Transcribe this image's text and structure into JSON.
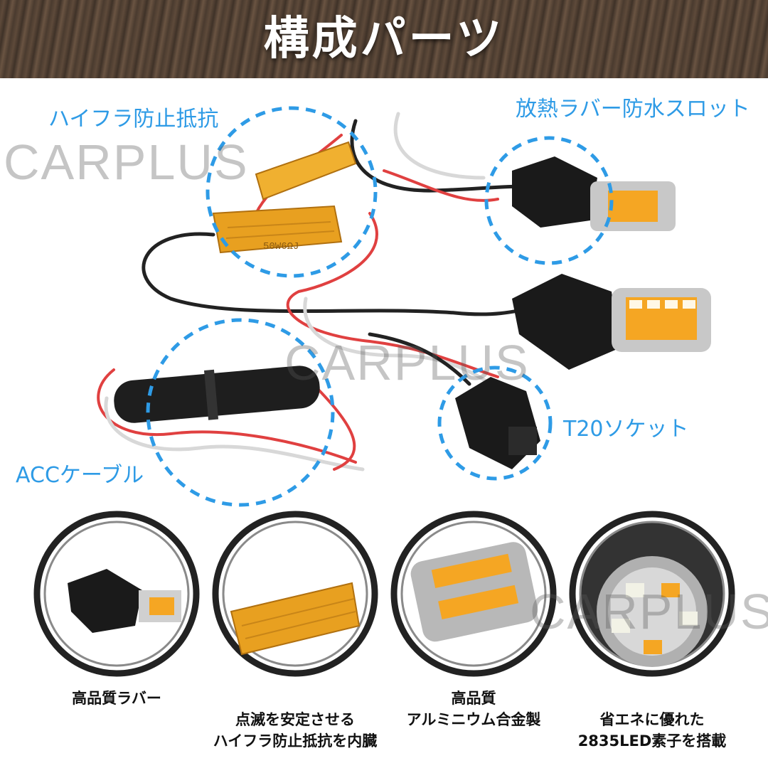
{
  "header": {
    "title": "構成パーツ"
  },
  "watermarks": [
    "CARPLUS",
    "CARPLUS",
    "CARPLUS"
  ],
  "labels": {
    "resistor": "ハイフラ防止抵抗",
    "slot": "放熱ラバー防水スロット",
    "socket": "T20ソケット",
    "acc": "ACCケーブル"
  },
  "resistor_print": "50W6ΩJ",
  "captions": {
    "rubber": "高品質ラバー",
    "resistor_line1": "点滅を安定させる",
    "resistor_line2": "ハイフラ防止抵抗を内臓",
    "aluminum_line1": "高品質",
    "aluminum_line2": "アルミニウム合金製",
    "led_line1": "省エネに優れた",
    "led_line2": "2835LED素子を搭載"
  },
  "colors": {
    "accent": "#2e9be6",
    "header_bg": "#4a3b2f",
    "gold": "#e8a020",
    "amber": "#f5a623"
  }
}
